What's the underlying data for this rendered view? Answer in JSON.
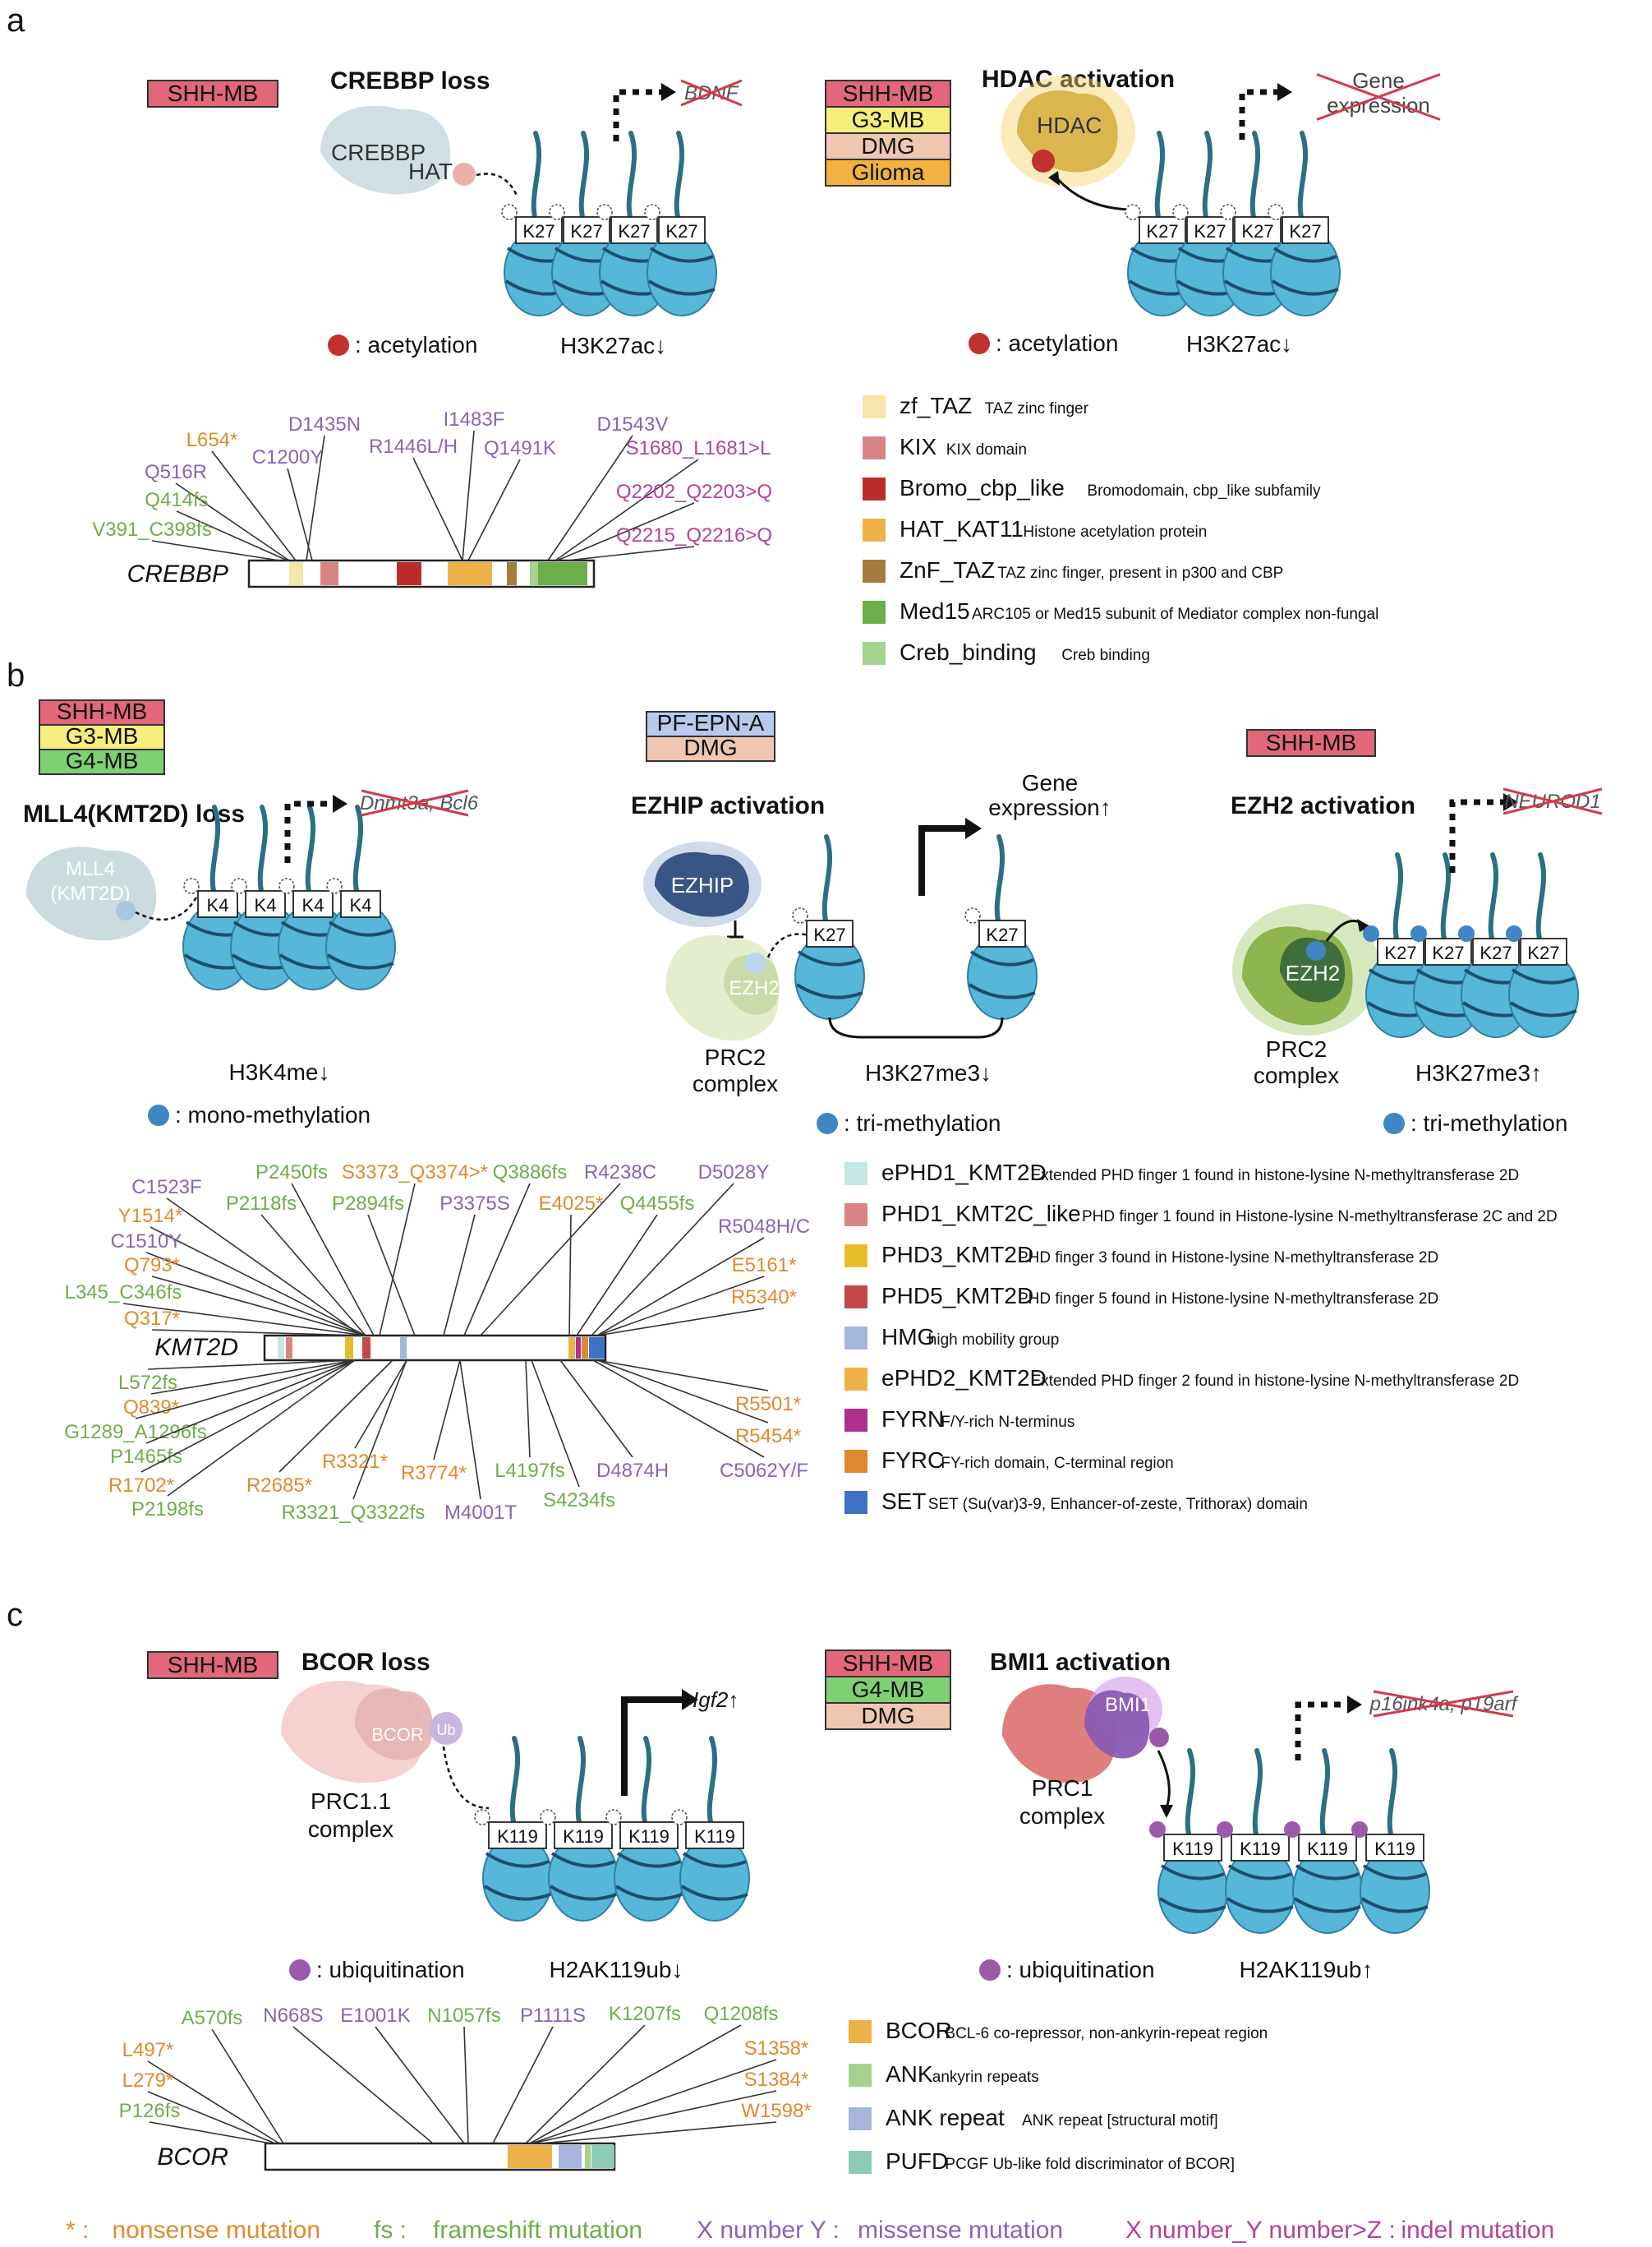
{
  "colors": {
    "shh": "#e2677a",
    "g3": "#f5ee7a",
    "g4": "#7fcf73",
    "dmg": "#efc6b0",
    "glioma": "#f3b13f",
    "pfepna": "#b7c9ee",
    "nonsense": "#e08a2c",
    "frameshift": "#6fad4c",
    "missense": "#8a63b5",
    "indel": "#b1439a",
    "acetyl": "#c1312f",
    "methyl": "#3f86c2",
    "ubiq": "#9a5aa8",
    "nucleosome": "#56b7d8"
  },
  "panel_a": {
    "letter": "a",
    "left": {
      "subgroups": [
        "SHH-MB"
      ],
      "title": "CREBBP loss",
      "enzyme": "CREBBP",
      "hat": "HAT",
      "target": "BDNF",
      "marks": [
        "K27",
        "K27",
        "K27",
        "K27"
      ],
      "legend": ": acetylation",
      "effect": "H3K27ac↓"
    },
    "right": {
      "subgroups": [
        "SHH-MB",
        "G3-MB",
        "DMG",
        "Glioma"
      ],
      "title": "HDAC activation",
      "enzyme": "HDAC",
      "target": "Gene expression",
      "marks": [
        "K27",
        "K27",
        "K27",
        "K27"
      ],
      "legend": ": acetylation",
      "effect": "H3K27ac↓"
    },
    "gene": "CREBBP",
    "mutations_top": [
      {
        "label": "L654*",
        "type": "nonsense"
      },
      {
        "label": "D1435N",
        "type": "missense"
      },
      {
        "label": "I1483F",
        "type": "missense"
      },
      {
        "label": "D1543V",
        "type": "missense"
      },
      {
        "label": "Q516R",
        "type": "missense"
      },
      {
        "label": "C1200Y",
        "type": "missense"
      },
      {
        "label": "R1446L/H",
        "type": "missense"
      },
      {
        "label": "Q1491K",
        "type": "missense"
      },
      {
        "label": "S1680_L1681>L",
        "type": "indel"
      },
      {
        "label": "Q414fs",
        "type": "frameshift"
      },
      {
        "label": "Q2202_Q2203>Q",
        "type": "indel"
      },
      {
        "label": "V391_C398fs",
        "type": "frameshift"
      },
      {
        "label": "Q2215_Q2216>Q",
        "type": "indel"
      }
    ],
    "domains": [
      {
        "name": "zf_TAZ",
        "desc": "TAZ zinc finger",
        "color": "#f6e6a8"
      },
      {
        "name": "KIX",
        "desc": "KIX domain",
        "color": "#d98484"
      },
      {
        "name": "Bromo_cbp_like",
        "desc": "Bromodomain, cbp_like subfamily",
        "color": "#b82d2a"
      },
      {
        "name": "HAT_KAT11",
        "desc": "Histone acetylation protein",
        "color": "#eeb148"
      },
      {
        "name": "ZnF_TAZ",
        "desc": "TAZ zinc finger, present in p300 and CBP",
        "color": "#a57b3f"
      },
      {
        "name": "Med15",
        "desc": "ARC105 or Med15 subunit of Mediator complex non-fungal",
        "color": "#6cae4a"
      },
      {
        "name": "Creb_binding",
        "desc": "Creb binding",
        "color": "#a3d38d"
      }
    ]
  },
  "panel_b": {
    "letter": "b",
    "left": {
      "subgroups": [
        "SHH-MB",
        "G3-MB",
        "G4-MB"
      ],
      "title": "MLL4(KMT2D) loss",
      "enzyme": "MLL4\n(KMT2D)",
      "target": "Dnmt3a, Bcl6",
      "marks": [
        "K4",
        "K4",
        "K4",
        "K4"
      ],
      "legend": ": mono-methylation",
      "effect": "H3K4me↓"
    },
    "middle": {
      "subgroups": [
        "PF-EPN-A",
        "DMG"
      ],
      "title": "EZHIP activation",
      "enzyme": "EZHIP",
      "ezh2": "EZH2",
      "complex": "PRC2\ncomplex",
      "target": "Gene\nexpression↑",
      "marks": [
        "K27",
        "K27"
      ],
      "legend": ": tri-methylation",
      "effect": "H3K27me3↓"
    },
    "right": {
      "subgroups": [
        "SHH-MB"
      ],
      "title": "EZH2 activation",
      "enzyme": "EZH2",
      "complex": "PRC2\ncomplex",
      "target": "NEUROD1",
      "marks": [
        "K27",
        "K27",
        "K27",
        "K27"
      ],
      "legend": ": tri-methylation",
      "effect": "H3K27me3↑"
    },
    "gene": "KMT2D",
    "mutations_top": [
      {
        "label": "P2450fs",
        "type": "frameshift"
      },
      {
        "label": "S3373_Q3374>*",
        "type": "nonsense"
      },
      {
        "label": "Q3886fs",
        "type": "frameshift"
      },
      {
        "label": "R4238C",
        "type": "missense"
      },
      {
        "label": "D5028Y",
        "type": "missense"
      },
      {
        "label": "C1523F",
        "type": "missense"
      },
      {
        "label": "P2118fs",
        "type": "frameshift"
      },
      {
        "label": "P2894fs",
        "type": "frameshift"
      },
      {
        "label": "P3375S",
        "type": "missense"
      },
      {
        "label": "E4025*",
        "type": "nonsense"
      },
      {
        "label": "Q4455fs",
        "type": "frameshift"
      },
      {
        "label": "Y1514*",
        "type": "nonsense"
      },
      {
        "label": "R5048H/C",
        "type": "missense"
      },
      {
        "label": "C1510Y",
        "type": "missense"
      },
      {
        "label": "Q793*",
        "type": "nonsense"
      },
      {
        "label": "E5161*",
        "type": "nonsense"
      },
      {
        "label": "L345_C346fs",
        "type": "frameshift"
      },
      {
        "label": "R5340*",
        "type": "nonsense"
      },
      {
        "label": "Q317*",
        "type": "nonsense"
      }
    ],
    "mutations_bottom": [
      {
        "label": "L572fs",
        "type": "frameshift"
      },
      {
        "label": "R5501*",
        "type": "nonsense"
      },
      {
        "label": "Q839*",
        "type": "nonsense"
      },
      {
        "label": "G1289_A1296fs",
        "type": "frameshift"
      },
      {
        "label": "R5454*",
        "type": "nonsense"
      },
      {
        "label": "P1465fs",
        "type": "frameshift"
      },
      {
        "label": "R3321*",
        "type": "nonsense"
      },
      {
        "label": "R3774*",
        "type": "nonsense"
      },
      {
        "label": "L4197fs",
        "type": "frameshift"
      },
      {
        "label": "D4874H",
        "type": "missense"
      },
      {
        "label": "C5062Y/F",
        "type": "missense"
      },
      {
        "label": "R1702*",
        "type": "nonsense"
      },
      {
        "label": "R2685*",
        "type": "nonsense"
      },
      {
        "label": "P2198fs",
        "type": "frameshift"
      },
      {
        "label": "S4234fs",
        "type": "frameshift"
      },
      {
        "label": "R3321_Q3322fs",
        "type": "frameshift"
      },
      {
        "label": "M4001T",
        "type": "missense"
      }
    ],
    "domains": [
      {
        "name": "ePHD1_KMT2D",
        "desc": "Extended PHD finger 1 found in histone-lysine N-methyltransferase 2D",
        "color": "#c6e6e3"
      },
      {
        "name": "PHD1_KMT2C_like",
        "desc": "PHD finger 1 found in Histone-lysine N-methyltransferase 2C and 2D",
        "color": "#d98484"
      },
      {
        "name": "PHD3_KMT2D",
        "desc": "PHD finger 3 found in Histone-lysine N-methyltransferase 2D",
        "color": "#e3c02a"
      },
      {
        "name": "PHD5_KMT2D",
        "desc": "PHD finger 5 found in Histone-lysine N-methyltransferase 2D",
        "color": "#c04848"
      },
      {
        "name": "HMG",
        "desc": "high mobility group",
        "color": "#a6b5dc"
      },
      {
        "name": "ePHD2_KMT2D",
        "desc": "Extended PHD finger 2 found in histone-lysine N-methyltransferase 2D",
        "color": "#eeb148"
      },
      {
        "name": "FYRN",
        "desc": "F/Y-rich N-terminus",
        "color": "#b02e8e"
      },
      {
        "name": "FYRC",
        "desc": "FY-rich domain, C-terminal region",
        "color": "#dd8a2e"
      },
      {
        "name": "SET",
        "desc": "SET (Su(var)3-9, Enhancer-of-zeste, Trithorax) domain",
        "color": "#3d73c0"
      }
    ]
  },
  "panel_c": {
    "letter": "c",
    "left": {
      "subgroups": [
        "SHH-MB"
      ],
      "title": "BCOR loss",
      "enzyme": "BCOR",
      "ub": "Ub",
      "complex": "PRC1.1\ncomplex",
      "target": "Igf2↑",
      "marks": [
        "K119",
        "K119",
        "K119",
        "K119"
      ],
      "legend": ": ubiquitination",
      "effect": "H2AK119ub↓"
    },
    "right": {
      "subgroups": [
        "SHH-MB",
        "G4-MB",
        "DMG"
      ],
      "title": "BMI1 activation",
      "enzyme": "BMI1",
      "complex": "PRC1\ncomplex",
      "target": "p16ink4a, p19arf",
      "marks": [
        "K119",
        "K119",
        "K119",
        "K119"
      ],
      "legend": ": ubiquitination",
      "effect": "H2AK119ub↑"
    },
    "gene": "BCOR",
    "mutations_top": [
      {
        "label": "A570fs",
        "type": "frameshift"
      },
      {
        "label": "N668S",
        "type": "missense"
      },
      {
        "label": "E1001K",
        "type": "missense"
      },
      {
        "label": "N1057fs",
        "type": "frameshift"
      },
      {
        "label": "P1111S",
        "type": "missense"
      },
      {
        "label": "K1207fs",
        "type": "frameshift"
      },
      {
        "label": "Q1208fs",
        "type": "frameshift"
      },
      {
        "label": "L497*",
        "type": "nonsense"
      },
      {
        "label": "S1358*",
        "type": "nonsense"
      },
      {
        "label": "L279*",
        "type": "nonsense"
      },
      {
        "label": "S1384*",
        "type": "nonsense"
      },
      {
        "label": "P126fs",
        "type": "frameshift"
      },
      {
        "label": "W1598*",
        "type": "nonsense"
      }
    ],
    "domains": [
      {
        "name": "BCOR",
        "desc": "BCL-6 co-repressor, non-ankyrin-repeat region",
        "color": "#eeb148"
      },
      {
        "name": "ANK",
        "desc": "ankyrin repeats",
        "color": "#a3d38d"
      },
      {
        "name": "ANK repeat",
        "desc": "ANK repeat [structural motif]",
        "color": "#a6b5dc"
      },
      {
        "name": "PUFD",
        "desc": "PCGF Ub-like fold discriminator of BCOR]",
        "color": "#8ccbb8"
      }
    ]
  },
  "footer": [
    {
      "sym": "* :",
      "text": "nonsense mutation",
      "type": "nonsense"
    },
    {
      "sym": "fs :",
      "text": "frameshift mutation",
      "type": "frameshift"
    },
    {
      "sym": "X number Y :",
      "text": "missense mutation",
      "type": "missense"
    },
    {
      "sym": "X number_Y number>Z :",
      "text": "indel mutation",
      "type": "indel"
    }
  ]
}
